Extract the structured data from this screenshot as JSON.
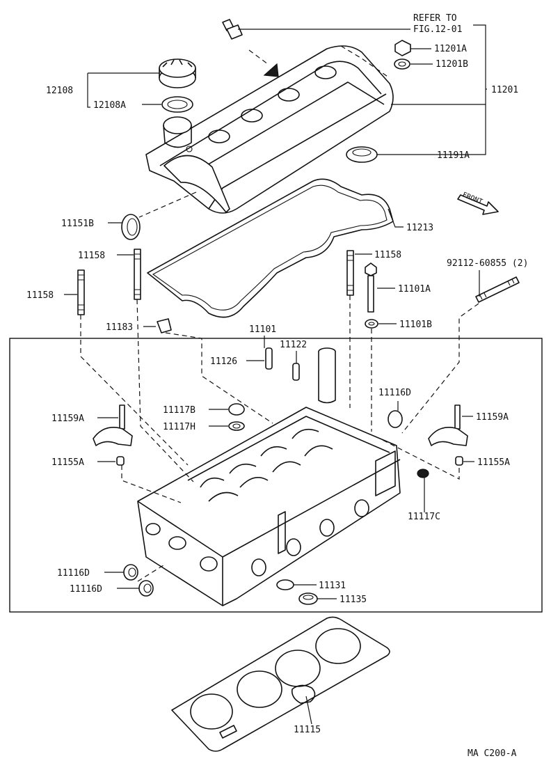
{
  "diagram": {
    "reference_note": [
      "REFER TO",
      "FIG.12-01"
    ],
    "front_marker": "FRONT",
    "footer_code": "MA  C200-A",
    "labels": {
      "p11201": "11201",
      "p11201A": "11201A",
      "p11201B": "11201B",
      "p12108": "12108",
      "p12108A": "12108A",
      "p11191A": "11191A",
      "p11151B": "11151B",
      "p11213": "11213",
      "p11158_left_upper": "11158",
      "p11158_left_lower": "11158",
      "p11158_right": "11158",
      "p92112": "92112-60855 (2)",
      "p11101A": "11101A",
      "p11101B": "11101B",
      "p11183": "11183",
      "p11101": "11101",
      "p11122": "11122",
      "p11126": "11126",
      "p11116D_top": "11116D",
      "p11159A_left": "11159A",
      "p11159A_right": "11159A",
      "p11117B": "11117B",
      "p11117H": "11117H",
      "p11155A_left": "11155A",
      "p11155A_right": "11155A",
      "p11117C": "11117C",
      "p11116D_lower1": "11116D",
      "p11116D_lower2": "11116D",
      "p11131": "11131",
      "p11135": "11135",
      "p11115": "11115"
    }
  }
}
